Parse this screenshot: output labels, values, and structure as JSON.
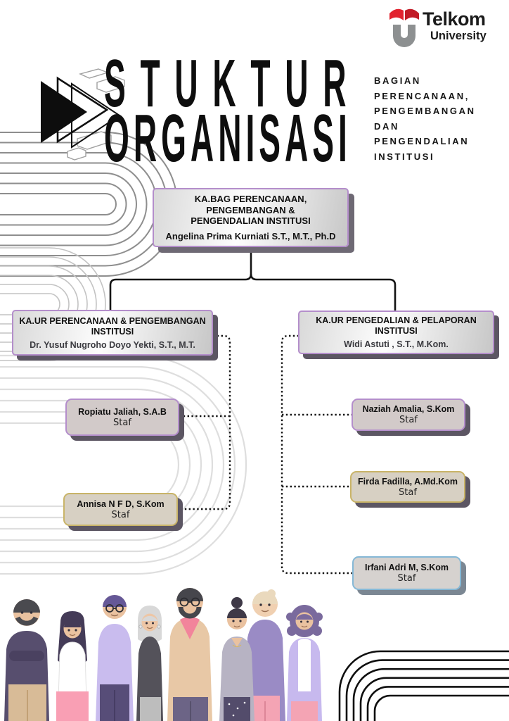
{
  "brand": {
    "name": "Telkom",
    "subname": "University"
  },
  "header": {
    "title_line1": "STUKTUR",
    "title_line2": "ORGANISASI",
    "subtitle_lines": [
      "BAGIAN",
      "PERENCANAAN,",
      "PENGEMBANGAN",
      "DAN",
      "PENGENDALIAN",
      "INSTITUSI"
    ]
  },
  "org_chart": {
    "head": {
      "title": "KA.BAG PERENCANAAN, PENGEMBANGAN & PENGENDALIAN INSTITUSI",
      "name": "Angelina Prima Kurniati S.T., M.T., Ph.D"
    },
    "units": [
      {
        "title": "KA.UR PERENCANAAN & PENGEMBANGAN INSTITUSI",
        "name": "Dr. Yusuf Nugroho Doyo Yekti, S.T., M.T."
      },
      {
        "title": "KA.UR PENGEDALIAN & PELAPORAN INSTITUSI",
        "name": "Widi Astuti , S.T., M.Kom."
      }
    ],
    "staff_left": [
      {
        "name": "Ropiatu Jaliah, S.A.B",
        "role": "Staf",
        "border": "#b48ecb",
        "fill": "#d2cac9"
      },
      {
        "name": "Annisa N F D, S.Kom",
        "role": "Staf",
        "border": "#c9b468",
        "fill": "#d7d0c3"
      }
    ],
    "staff_right": [
      {
        "name": "Naziah Amalia, S.Kom",
        "role": "Staf",
        "border": "#b48ecb",
        "fill": "#d2cac9"
      },
      {
        "name": "Firda Fadilla, A.Md.Kom",
        "role": "Staf",
        "border": "#c9b468",
        "fill": "#d7d0c3"
      },
      {
        "name": "Irfani Adri M, S.Kom",
        "role": "Staf",
        "border": "#85b8d6",
        "fill": "#d6d2cf"
      }
    ]
  },
  "palette": {
    "accent_purple": "#b48ecb",
    "accent_gold": "#c9b468",
    "accent_blue": "#85b8d6",
    "shadow_dark": "#5c5663",
    "shadow_blue": "#7b8793",
    "line_black": "#141414",
    "logo_red": "#e2232f",
    "logo_gray": "#8d9091",
    "gradient_box": "#d9d9d9"
  }
}
